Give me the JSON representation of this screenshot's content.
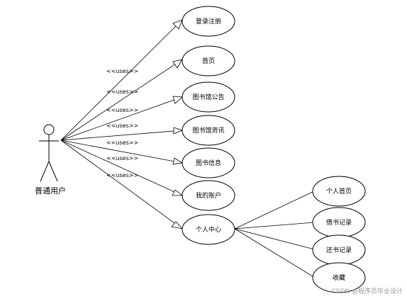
{
  "actor": {
    "label": "普通用户"
  },
  "stereotype": "<<uses>>",
  "use_cases": [
    {
      "id": "login",
      "label": "登录注册"
    },
    {
      "id": "home",
      "label": "首页"
    },
    {
      "id": "announcement",
      "label": "图书馆公告"
    },
    {
      "id": "news",
      "label": "图书馆资讯"
    },
    {
      "id": "book-info",
      "label": "图书信息"
    },
    {
      "id": "account",
      "label": "我的账户"
    },
    {
      "id": "personal-center",
      "label": "个人中心"
    }
  ],
  "sub_use_cases": [
    {
      "id": "personal-home",
      "label": "个人首页"
    },
    {
      "id": "borrow-records",
      "label": "借书记录"
    },
    {
      "id": "return-records",
      "label": "还书记录"
    },
    {
      "id": "favorites",
      "label": "收藏"
    }
  ],
  "watermark": "CSDN @程序员毕业设计"
}
